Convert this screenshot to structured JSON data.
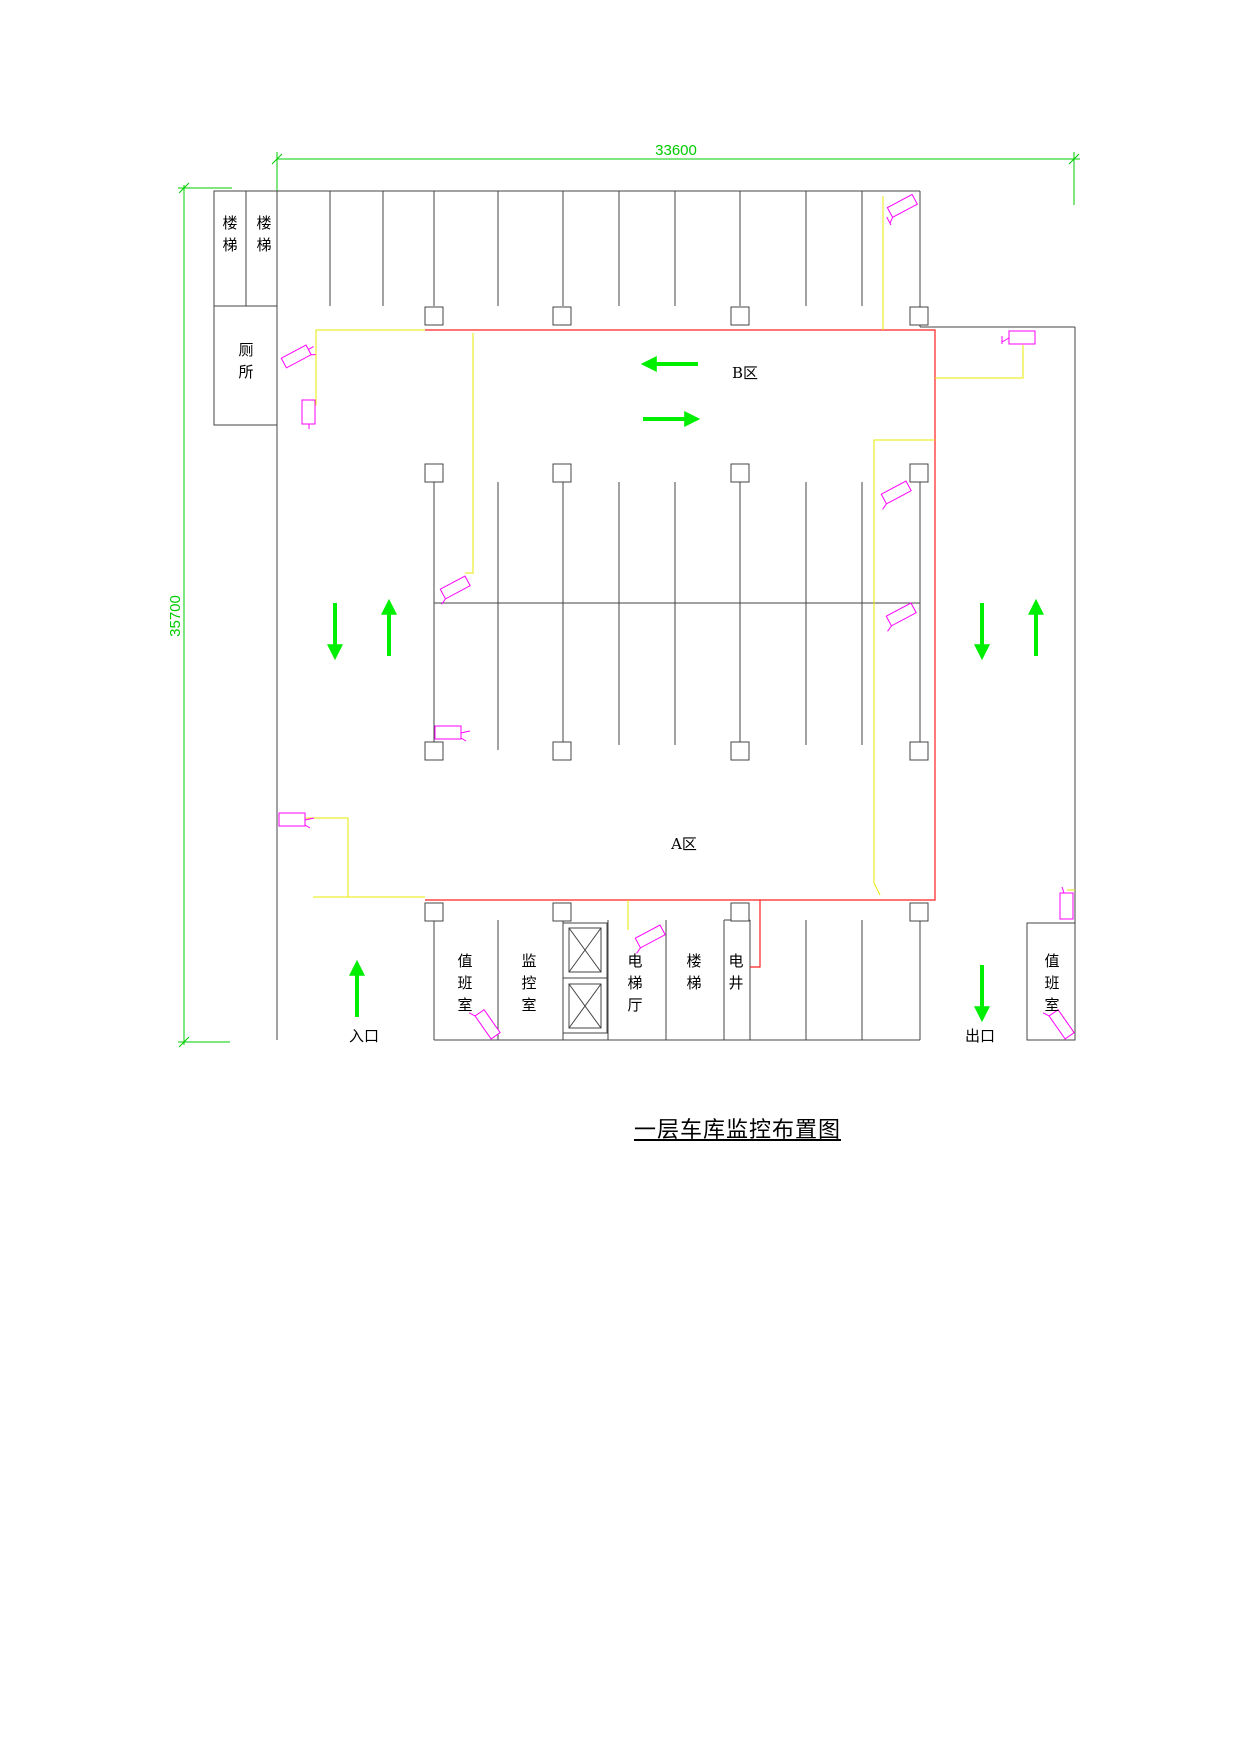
{
  "dimensions": {
    "width": "33600",
    "height": "35700"
  },
  "rooms": {
    "stair_1": "楼梯",
    "stair_2": "楼梯",
    "toilet": "厕所",
    "duty_room_left": "值班室",
    "monitor_room": "监控室",
    "elevator_hall": "电梯厅",
    "stair_bottom": "楼梯",
    "electric_shaft": "电井",
    "duty_room_right": "值班室"
  },
  "zones": {
    "zone_a": "A区",
    "zone_b": "B区"
  },
  "labels": {
    "entrance": "入口",
    "exit": "出口"
  },
  "caption": "一层车库监控布置图",
  "colors": {
    "walls": "#444444",
    "dimension": "#00cc00",
    "arrow": "#00ee00",
    "camera": "#ff00ff",
    "cable": "#e8e800",
    "boundary": "#ff2020"
  },
  "icons": {
    "camera": "surveillance-camera-icon",
    "arrow": "traffic-arrow-icon"
  }
}
